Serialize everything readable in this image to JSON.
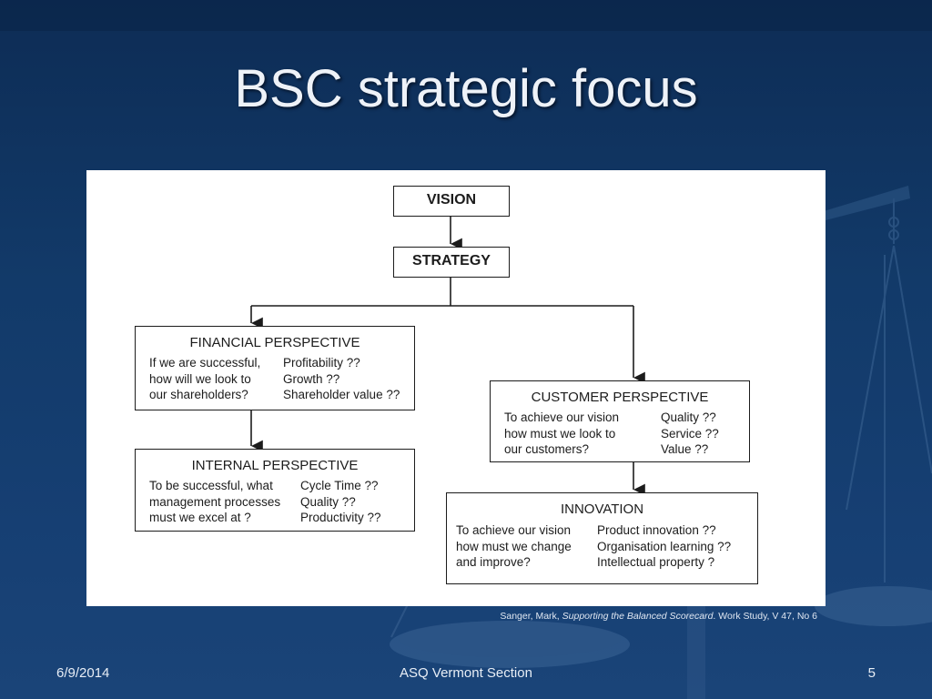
{
  "slide": {
    "title": "BSC strategic focus"
  },
  "diagram": {
    "vision": "VISION",
    "strategy": "STRATEGY",
    "financial": {
      "title": "FINANCIAL PERSPECTIVE",
      "question": [
        "If we are successful,",
        "how will we look to",
        "our shareholders?"
      ],
      "measures": [
        "Profitability ??",
        "Growth ??",
        "Shareholder value ??"
      ]
    },
    "internal": {
      "title": "INTERNAL PERSPECTIVE",
      "question": [
        "To be successful, what",
        "management processes",
        "must we excel at ?"
      ],
      "measures": [
        "Cycle Time ??",
        "Quality ??",
        "Productivity ??"
      ]
    },
    "customer": {
      "title": "CUSTOMER PERSPECTIVE",
      "question": [
        "To achieve our vision",
        "how must we look to",
        "our customers?"
      ],
      "measures": [
        "Quality ??",
        "Service ??",
        "Value ??"
      ]
    },
    "innovation": {
      "title": "INNOVATION",
      "question": [
        "To achieve our vision",
        "how must we change",
        "and improve?"
      ],
      "measures": [
        "Product innovation ??",
        "Organisation learning ??",
        "Intellectual property ?"
      ]
    }
  },
  "citation": {
    "author": "Sanger, Mark, ",
    "work": "Supporting the Balanced Scorecard",
    "rest": ". Work Study, V 47, No 6"
  },
  "footer": {
    "date": "6/9/2014",
    "center": "ASQ Vermont Section",
    "page": "5"
  }
}
